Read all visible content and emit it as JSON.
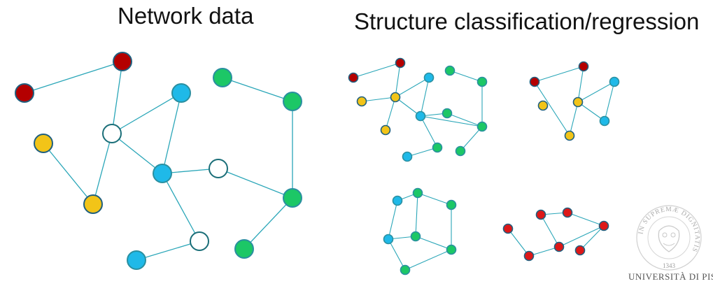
{
  "titles": {
    "left": "Network data",
    "right": "Structure classification/regression"
  },
  "logo": {
    "ring_text": "IN SUPREMÆ DIGNITATIS",
    "year": "1343",
    "name": "UNIVERSITÀ DI PISA"
  },
  "colors": {
    "red": "#b40000",
    "red_graph": "#dd1818",
    "yellow": "#f2c418",
    "blue": "#1fb9e8",
    "green": "#1cc766",
    "white": "#ffffff",
    "edge": "#2aa6b8",
    "stroke_dark": "#1f5f7f",
    "stroke_light": "#2a8fa0"
  },
  "network": {
    "nodes": [
      {
        "id": "A",
        "color": "red"
      },
      {
        "id": "B",
        "color": "red"
      },
      {
        "id": "C",
        "color": "blue"
      },
      {
        "id": "D",
        "color": "green"
      },
      {
        "id": "E",
        "color": "green"
      },
      {
        "id": "F",
        "color": "yellow"
      },
      {
        "id": "G",
        "color": "white"
      },
      {
        "id": "H",
        "color": "blue"
      },
      {
        "id": "I",
        "color": "white"
      },
      {
        "id": "J",
        "color": "yellow"
      },
      {
        "id": "K",
        "color": "green"
      },
      {
        "id": "L",
        "color": "white"
      },
      {
        "id": "M",
        "color": "green"
      },
      {
        "id": "N",
        "color": "blue"
      }
    ],
    "edges": [
      [
        "A",
        "B"
      ],
      [
        "B",
        "G"
      ],
      [
        "G",
        "C"
      ],
      [
        "G",
        "H"
      ],
      [
        "C",
        "H"
      ],
      [
        "F",
        "J"
      ],
      [
        "G",
        "J"
      ],
      [
        "H",
        "I"
      ],
      [
        "I",
        "K"
      ],
      [
        "D",
        "E"
      ],
      [
        "E",
        "K"
      ],
      [
        "K",
        "M"
      ],
      [
        "H",
        "L"
      ],
      [
        "L",
        "N"
      ]
    ]
  },
  "small_graphs": [
    {
      "nodes": [
        {
          "id": "a",
          "color": "red"
        },
        {
          "id": "b",
          "color": "red"
        },
        {
          "id": "c",
          "color": "yellow"
        },
        {
          "id": "d",
          "color": "yellow"
        },
        {
          "id": "e",
          "color": "blue"
        },
        {
          "id": "f",
          "color": "green"
        },
        {
          "id": "g",
          "color": "green"
        },
        {
          "id": "h",
          "color": "blue"
        },
        {
          "id": "i",
          "color": "yellow"
        },
        {
          "id": "j",
          "color": "green"
        },
        {
          "id": "k",
          "color": "green"
        },
        {
          "id": "l",
          "color": "green"
        },
        {
          "id": "m",
          "color": "green"
        },
        {
          "id": "n",
          "color": "blue"
        }
      ],
      "edges": [
        [
          "a",
          "b"
        ],
        [
          "b",
          "d"
        ],
        [
          "d",
          "c"
        ],
        [
          "d",
          "e"
        ],
        [
          "d",
          "i"
        ],
        [
          "d",
          "h"
        ],
        [
          "e",
          "h"
        ],
        [
          "h",
          "j"
        ],
        [
          "h",
          "k"
        ],
        [
          "f",
          "g"
        ],
        [
          "g",
          "k"
        ],
        [
          "j",
          "k"
        ],
        [
          "k",
          "m"
        ],
        [
          "h",
          "l"
        ],
        [
          "l",
          "n"
        ]
      ]
    },
    {
      "nodes": [
        {
          "id": "a",
          "color": "red"
        },
        {
          "id": "b",
          "color": "red"
        },
        {
          "id": "c",
          "color": "blue"
        },
        {
          "id": "d",
          "color": "yellow"
        },
        {
          "id": "e",
          "color": "yellow"
        },
        {
          "id": "f",
          "color": "blue"
        },
        {
          "id": "g",
          "color": "yellow"
        }
      ],
      "edges": [
        [
          "a",
          "b"
        ],
        [
          "b",
          "e"
        ],
        [
          "a",
          "g"
        ],
        [
          "e",
          "g"
        ],
        [
          "e",
          "c"
        ],
        [
          "e",
          "f"
        ],
        [
          "c",
          "f"
        ]
      ]
    },
    {
      "nodes": [
        {
          "id": "a",
          "color": "blue"
        },
        {
          "id": "b",
          "color": "green"
        },
        {
          "id": "c",
          "color": "green"
        },
        {
          "id": "d",
          "color": "blue"
        },
        {
          "id": "e",
          "color": "green"
        },
        {
          "id": "f",
          "color": "green"
        },
        {
          "id": "g",
          "color": "green"
        }
      ],
      "edges": [
        [
          "a",
          "b"
        ],
        [
          "b",
          "c"
        ],
        [
          "a",
          "d"
        ],
        [
          "b",
          "e"
        ],
        [
          "d",
          "e"
        ],
        [
          "c",
          "f"
        ],
        [
          "e",
          "f"
        ],
        [
          "d",
          "g"
        ],
        [
          "f",
          "g"
        ]
      ]
    },
    {
      "nodes": [
        {
          "id": "a",
          "color": "red_graph"
        },
        {
          "id": "b",
          "color": "red_graph"
        },
        {
          "id": "c",
          "color": "red_graph"
        },
        {
          "id": "d",
          "color": "red_graph"
        },
        {
          "id": "e",
          "color": "red_graph"
        },
        {
          "id": "f",
          "color": "red_graph"
        },
        {
          "id": "g",
          "color": "red_graph"
        }
      ],
      "edges": [
        [
          "a",
          "e"
        ],
        [
          "b",
          "c"
        ],
        [
          "b",
          "f"
        ],
        [
          "c",
          "d"
        ],
        [
          "d",
          "f"
        ],
        [
          "d",
          "g"
        ],
        [
          "e",
          "f"
        ]
      ]
    }
  ]
}
